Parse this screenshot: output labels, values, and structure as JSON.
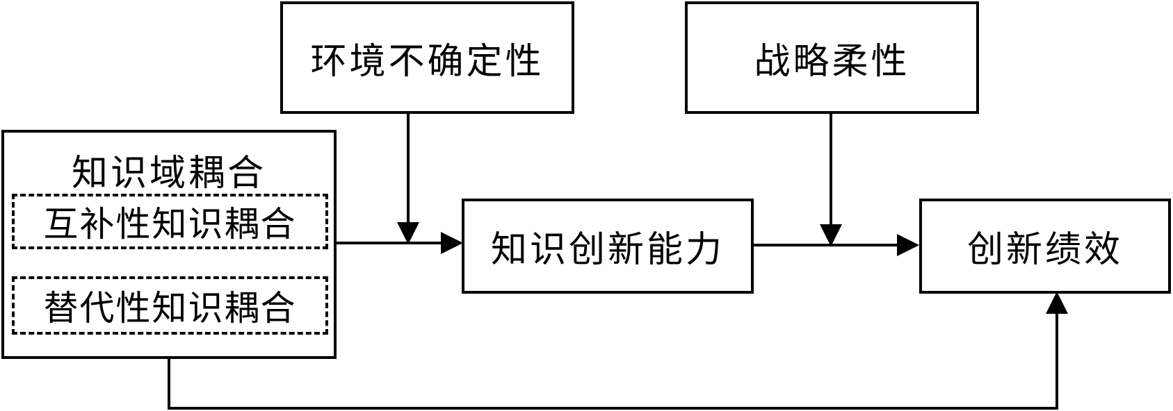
{
  "nodes": {
    "environment_uncertainty": "环境不确定性",
    "strategic_flexibility": "战略柔性",
    "knowledge_domain_coupling": {
      "title": "知识域耦合",
      "complementary": "互补性知识耦合",
      "substitutive": "替代性知识耦合"
    },
    "knowledge_innovation_capability": "知识创新能力",
    "innovation_performance": "创新绩效"
  },
  "edges": [
    {
      "from": "knowledge_domain_coupling",
      "to": "knowledge_innovation_capability"
    },
    {
      "from": "environment_uncertainty",
      "to": "edge:knowledge_domain_coupling->knowledge_innovation_capability"
    },
    {
      "from": "knowledge_innovation_capability",
      "to": "innovation_performance"
    },
    {
      "from": "strategic_flexibility",
      "to": "edge:knowledge_innovation_capability->innovation_performance"
    },
    {
      "from": "knowledge_domain_coupling",
      "to": "innovation_performance"
    }
  ],
  "colors": {
    "stroke": "#000000",
    "background": "#ffffff"
  }
}
